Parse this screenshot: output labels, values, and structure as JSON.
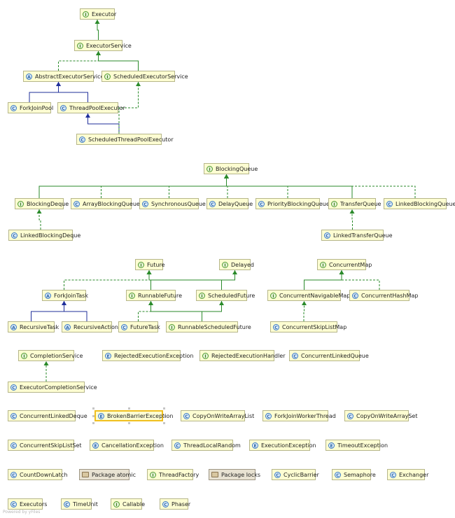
{
  "nodes": [
    {
      "id": "executor",
      "label": "Executor",
      "kind": "interface"
    },
    {
      "id": "executor_service",
      "label": "ExecutorService",
      "kind": "interface"
    },
    {
      "id": "abstract_executor_service",
      "label": "AbstractExecutorService",
      "kind": "abstract"
    },
    {
      "id": "scheduled_executor_service",
      "label": "ScheduledExecutorService",
      "kind": "interface"
    },
    {
      "id": "fork_join_pool",
      "label": "ForkJoinPool",
      "kind": "class"
    },
    {
      "id": "thread_pool_executor",
      "label": "ThreadPoolExecutor",
      "kind": "class"
    },
    {
      "id": "scheduled_thread_pool_executor",
      "label": "ScheduledThreadPoolExecutor",
      "kind": "class"
    },
    {
      "id": "blocking_queue",
      "label": "BlockingQueue",
      "kind": "interface"
    },
    {
      "id": "blocking_deque",
      "label": "BlockingDeque",
      "kind": "interface"
    },
    {
      "id": "array_blocking_queue",
      "label": "ArrayBlockingQueue",
      "kind": "class"
    },
    {
      "id": "synchronous_queue",
      "label": "SynchronousQueue",
      "kind": "class"
    },
    {
      "id": "delay_queue",
      "label": "DelayQueue",
      "kind": "class"
    },
    {
      "id": "priority_blocking_queue",
      "label": "PriorityBlockingQueue",
      "kind": "class"
    },
    {
      "id": "transfer_queue",
      "label": "TransferQueue",
      "kind": "interface"
    },
    {
      "id": "linked_blocking_queue",
      "label": "LinkedBlockingQueue",
      "kind": "class"
    },
    {
      "id": "linked_blocking_deque",
      "label": "LinkedBlockingDeque",
      "kind": "class"
    },
    {
      "id": "linked_transfer_queue",
      "label": "LinkedTransferQueue",
      "kind": "class"
    },
    {
      "id": "future",
      "label": "Future",
      "kind": "interface"
    },
    {
      "id": "delayed",
      "label": "Delayed",
      "kind": "interface"
    },
    {
      "id": "concurrent_map",
      "label": "ConcurrentMap",
      "kind": "interface"
    },
    {
      "id": "fork_join_task",
      "label": "ForkJoinTask",
      "kind": "abstract"
    },
    {
      "id": "runnable_future",
      "label": "RunnableFuture",
      "kind": "interface"
    },
    {
      "id": "scheduled_future",
      "label": "ScheduledFuture",
      "kind": "interface"
    },
    {
      "id": "concurrent_navigable_map",
      "label": "ConcurrentNavigableMap",
      "kind": "interface"
    },
    {
      "id": "concurrent_hash_map",
      "label": "ConcurrentHashMap",
      "kind": "class"
    },
    {
      "id": "recursive_task",
      "label": "RecursiveTask",
      "kind": "abstract"
    },
    {
      "id": "recursive_action",
      "label": "RecursiveAction",
      "kind": "abstract"
    },
    {
      "id": "future_task",
      "label": "FutureTask",
      "kind": "class"
    },
    {
      "id": "runnable_scheduled_future",
      "label": "RunnableScheduledFuture",
      "kind": "interface"
    },
    {
      "id": "concurrent_skip_list_map",
      "label": "ConcurrentSkipListMap",
      "kind": "class"
    },
    {
      "id": "completion_service",
      "label": "CompletionService",
      "kind": "interface"
    },
    {
      "id": "rejected_execution_exception",
      "label": "RejectedExecutionException",
      "kind": "exception"
    },
    {
      "id": "rejected_execution_handler",
      "label": "RejectedExecutionHandler",
      "kind": "interface"
    },
    {
      "id": "concurrent_linked_queue",
      "label": "ConcurrentLinkedQueue",
      "kind": "class"
    },
    {
      "id": "executor_completion_service",
      "label": "ExecutorCompletionService",
      "kind": "class"
    },
    {
      "id": "concurrent_linked_deque",
      "label": "ConcurrentLinkedDeque",
      "kind": "class"
    },
    {
      "id": "broken_barrier_exception",
      "label": "BrokenBarrierException",
      "kind": "exception",
      "selected": true
    },
    {
      "id": "copy_on_write_array_list",
      "label": "CopyOnWriteArrayList",
      "kind": "class"
    },
    {
      "id": "fork_join_worker_thread",
      "label": "ForkJoinWorkerThread",
      "kind": "class"
    },
    {
      "id": "copy_on_write_array_set",
      "label": "CopyOnWriteArraySet",
      "kind": "class"
    },
    {
      "id": "concurrent_skip_list_set",
      "label": "ConcurrentSkipListSet",
      "kind": "class"
    },
    {
      "id": "cancellation_exception",
      "label": "CancellationException",
      "kind": "exception"
    },
    {
      "id": "thread_local_random",
      "label": "ThreadLocalRandom",
      "kind": "class"
    },
    {
      "id": "execution_exception",
      "label": "ExecutionException",
      "kind": "exception"
    },
    {
      "id": "timeout_exception",
      "label": "TimeoutException",
      "kind": "exception"
    },
    {
      "id": "count_down_latch",
      "label": "CountDownLatch",
      "kind": "class"
    },
    {
      "id": "package_atomic",
      "label": "Package atomic",
      "kind": "package"
    },
    {
      "id": "thread_factory",
      "label": "ThreadFactory",
      "kind": "interface"
    },
    {
      "id": "package_locks",
      "label": "Package locks",
      "kind": "package"
    },
    {
      "id": "cyclic_barrier",
      "label": "CyclicBarrier",
      "kind": "class"
    },
    {
      "id": "semaphore",
      "label": "Semaphore",
      "kind": "class"
    },
    {
      "id": "exchanger",
      "label": "Exchanger",
      "kind": "class"
    },
    {
      "id": "executors",
      "label": "Executors",
      "kind": "class"
    },
    {
      "id": "time_unit",
      "label": "TimeUnit",
      "kind": "class"
    },
    {
      "id": "callable",
      "label": "Callable",
      "kind": "interface"
    },
    {
      "id": "phaser",
      "label": "Phaser",
      "kind": "class"
    }
  ],
  "edges": [
    {
      "from": "executor_service",
      "to": "executor",
      "type": "interface-extends"
    },
    {
      "from": "abstract_executor_service",
      "to": "executor_service",
      "type": "implements"
    },
    {
      "from": "scheduled_executor_service",
      "to": "executor_service",
      "type": "interface-extends"
    },
    {
      "from": "fork_join_pool",
      "to": "abstract_executor_service",
      "type": "class-extends"
    },
    {
      "from": "thread_pool_executor",
      "to": "abstract_executor_service",
      "type": "class-extends"
    },
    {
      "from": "scheduled_thread_pool_executor",
      "to": "thread_pool_executor",
      "type": "class-extends"
    },
    {
      "from": "scheduled_thread_pool_executor",
      "to": "scheduled_executor_service",
      "type": "implements"
    },
    {
      "from": "blocking_deque",
      "to": "blocking_queue",
      "type": "interface-extends"
    },
    {
      "from": "array_blocking_queue",
      "to": "blocking_queue",
      "type": "implements"
    },
    {
      "from": "synchronous_queue",
      "to": "blocking_queue",
      "type": "implements"
    },
    {
      "from": "delay_queue",
      "to": "blocking_queue",
      "type": "implements"
    },
    {
      "from": "priority_blocking_queue",
      "to": "blocking_queue",
      "type": "implements"
    },
    {
      "from": "transfer_queue",
      "to": "blocking_queue",
      "type": "interface-extends"
    },
    {
      "from": "linked_blocking_queue",
      "to": "blocking_queue",
      "type": "implements"
    },
    {
      "from": "linked_blocking_deque",
      "to": "blocking_deque",
      "type": "implements"
    },
    {
      "from": "linked_transfer_queue",
      "to": "transfer_queue",
      "type": "implements"
    },
    {
      "from": "fork_join_task",
      "to": "future",
      "type": "implements"
    },
    {
      "from": "runnable_future",
      "to": "future",
      "type": "interface-extends"
    },
    {
      "from": "scheduled_future",
      "to": "future",
      "type": "interface-extends"
    },
    {
      "from": "scheduled_future",
      "to": "delayed",
      "type": "interface-extends"
    },
    {
      "from": "concurrent_navigable_map",
      "to": "concurrent_map",
      "type": "interface-extends"
    },
    {
      "from": "concurrent_hash_map",
      "to": "concurrent_map",
      "type": "implements"
    },
    {
      "from": "recursive_task",
      "to": "fork_join_task",
      "type": "class-extends"
    },
    {
      "from": "recursive_action",
      "to": "fork_join_task",
      "type": "class-extends"
    },
    {
      "from": "future_task",
      "to": "runnable_future",
      "type": "implements"
    },
    {
      "from": "runnable_scheduled_future",
      "to": "runnable_future",
      "type": "interface-extends"
    },
    {
      "from": "runnable_scheduled_future",
      "to": "scheduled_future",
      "type": "interface-extends"
    },
    {
      "from": "concurrent_skip_list_map",
      "to": "concurrent_navigable_map",
      "type": "implements"
    },
    {
      "from": "executor_completion_service",
      "to": "completion_service",
      "type": "implements"
    }
  ],
  "colors": {
    "interface_edge": "#2a8a2a",
    "class_edge": "#1f2f9a",
    "node_fill": "#fdfdd2",
    "node_border": "#b6b68a",
    "selection": "#f0c020"
  },
  "watermark": "Powered by yFiles"
}
